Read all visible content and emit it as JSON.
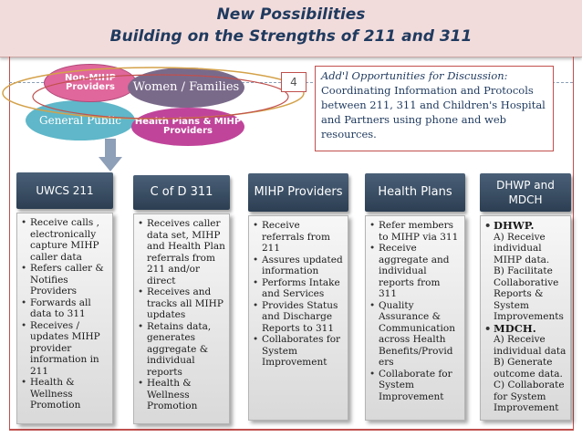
{
  "title": {
    "line1": "New  Possibilities",
    "line2": "Building on the Strengths of 211 and 311"
  },
  "ovals": {
    "non_mihp": "Non-MIHP Providers",
    "women_families": "Women / Families",
    "general_public": "General Public",
    "health_plans": "Health Plans & MIHP Providers"
  },
  "badge": "4",
  "discussion": {
    "heading": "Add'l Opportunities for Discussion:",
    "body": "Coordinating Information and Protocols between 211, 311 and Children's Hospital and Partners using phone and web resources."
  },
  "columns": [
    {
      "header": "UWCS  211",
      "items": [
        "Receive calls , electronically capture  MIHP caller data",
        "Refers caller & Notifies Providers",
        "Forwards all data to 311",
        "Receives / updates MIHP provider information in 211",
        "Health & Wellness Promotion"
      ]
    },
    {
      "header": "C of D 311",
      "items": [
        "Receives caller data set, MIHP and Health Plan referrals from 211 and/or direct",
        "Receives  and tracks all MIHP updates",
        "Retains data, generates aggregate & individual reports",
        "Health & Wellness Promotion"
      ]
    },
    {
      "header": "MIHP Providers",
      "items": [
        "Receive referrals from 211",
        "Assures updated information",
        "Performs Intake and Services",
        "Provides  Status and Discharge Reports to 311",
        "Collaborates for System Improvement"
      ]
    },
    {
      "header": "Health Plans",
      "items": [
        "Refer members to MIHP  via 311",
        " Receive aggregate and individual reports from 311",
        "Quality Assurance & Communication across Health Benefits/Provid ers",
        "Collaborate for System Improvement"
      ]
    },
    {
      "header": "DHWP and MDCH",
      "dhwp": {
        "label": "DHWP.",
        "lines": [
          "A) Receive individual MIHP data.",
          "B) Facilitate Collaborative Reports  & System Improvements"
        ]
      },
      "mdch": {
        "label": "MDCH.",
        "lines": [
          "A)  Receive individual data",
          "B) Generate outcome data.",
          "C) Collaborate for System Improvement"
        ]
      }
    }
  ]
}
